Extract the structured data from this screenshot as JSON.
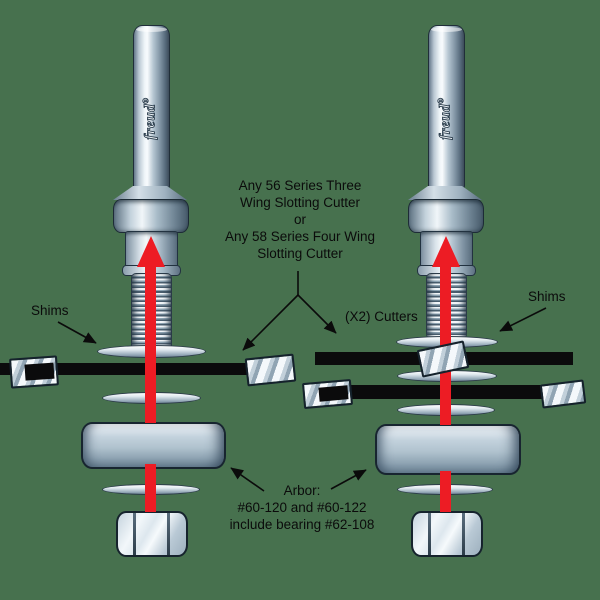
{
  "colors": {
    "background": "#47714E",
    "arrow_red": "#ED1C24",
    "cutter_black": "#0B0B0C",
    "annotation_black": "#0B0B0B",
    "metal_light": "#F1F6F9",
    "metal_dark": "#465A6A"
  },
  "brand": {
    "logo": "freud",
    "reg": "®"
  },
  "annotations": {
    "cutter_note_lines": [
      "Any 56 Series Three",
      "Wing Slotting Cutter",
      "or",
      "Any 58 Series Four Wing",
      "Slotting Cutter"
    ],
    "shims_left": "Shims",
    "shims_right": "Shims",
    "x2_cutters": "(X2) Cutters",
    "arbor_note_lines": [
      "Arbor:",
      "#60-120 and #60-122",
      "include bearing #62-108"
    ]
  }
}
